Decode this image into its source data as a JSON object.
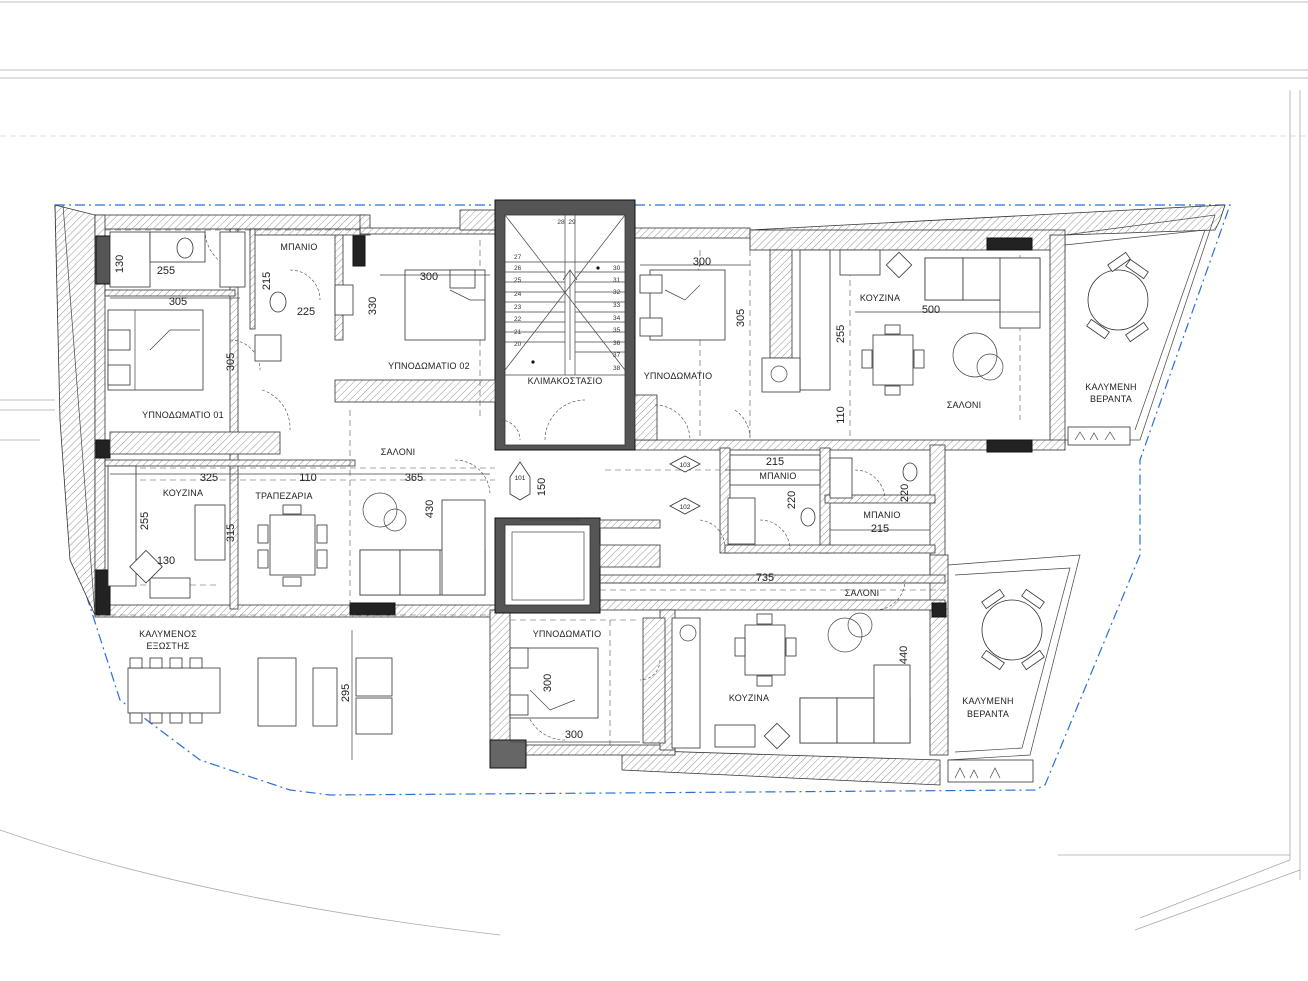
{
  "plan": {
    "rooms": [
      {
        "id": "bath-tl",
        "text": "ΜΠΑΝΙΟ"
      },
      {
        "id": "bed01",
        "text": "ΥΠΝΟΔΩΜΑΤΙΟ 01"
      },
      {
        "id": "bed02",
        "text": "ΥΠΝΟΔΩΜΑΤΙΟ 02"
      },
      {
        "id": "stair",
        "text": "ΚΛΙΜΑΚΟΣΤΑΣΙΟ"
      },
      {
        "id": "bed-tr",
        "text": "ΥΠΝΟΔΩΜΑΤΙΟ"
      },
      {
        "id": "kitchen-tr",
        "text": "ΚΟΥΖΙΝΑ"
      },
      {
        "id": "salon-tr",
        "text": "ΣΑΛΟΝΙ"
      },
      {
        "id": "veranda-tr-1",
        "text": "ΚΑΛΥΜΕΝΗ"
      },
      {
        "id": "veranda-tr-2",
        "text": "ΒΕΡΑΝΤΑ"
      },
      {
        "id": "salon-l",
        "text": "ΣΑΛΟΝΙ"
      },
      {
        "id": "kitchen-l",
        "text": "ΚΟΥΖΙΝΑ"
      },
      {
        "id": "dining-l",
        "text": "ΤΡΑΠΕΖΑΡΙΑ"
      },
      {
        "id": "bath-c",
        "text": "ΜΠΑΝΙΟ"
      },
      {
        "id": "bath-c2",
        "text": "ΜΠΑΝΙΟ"
      },
      {
        "id": "salon-br",
        "text": "ΣΑΛΟΝΙ"
      },
      {
        "id": "bed-b",
        "text": "ΥΠΝΟΔΩΜΑΤΙΟ"
      },
      {
        "id": "kitchen-br",
        "text": "ΚΟΥΖΙΝΑ"
      },
      {
        "id": "veranda-br-1",
        "text": "ΚΑΛΥΜΕΝΗ"
      },
      {
        "id": "veranda-br-2",
        "text": "ΒΕΡΑΝΤΑ"
      },
      {
        "id": "outdoor-1",
        "text": "ΚΑΛΥΜΕΝΟΣ"
      },
      {
        "id": "outdoor-2",
        "text": "ΕΞΩΣΤΗΣ"
      }
    ],
    "dimensions": [
      {
        "id": "d130a",
        "text": "130"
      },
      {
        "id": "d255a",
        "text": "255"
      },
      {
        "id": "d215a",
        "text": "215"
      },
      {
        "id": "d225",
        "text": "225"
      },
      {
        "id": "d330",
        "text": "330"
      },
      {
        "id": "d300a",
        "text": "300"
      },
      {
        "id": "d305a",
        "text": "305"
      },
      {
        "id": "d305b",
        "text": "305"
      },
      {
        "id": "d300b",
        "text": "300"
      },
      {
        "id": "d305c",
        "text": "305"
      },
      {
        "id": "d500",
        "text": "500"
      },
      {
        "id": "d255b",
        "text": "255"
      },
      {
        "id": "d110a",
        "text": "110"
      },
      {
        "id": "d325",
        "text": "325"
      },
      {
        "id": "d110b",
        "text": "110"
      },
      {
        "id": "d365",
        "text": "365"
      },
      {
        "id": "d430",
        "text": "430"
      },
      {
        "id": "d255c",
        "text": "255"
      },
      {
        "id": "d315",
        "text": "315"
      },
      {
        "id": "d130b",
        "text": "130"
      },
      {
        "id": "d150",
        "text": "150"
      },
      {
        "id": "d215b",
        "text": "215"
      },
      {
        "id": "d220a",
        "text": "220"
      },
      {
        "id": "d220b",
        "text": "220"
      },
      {
        "id": "d215c",
        "text": "215"
      },
      {
        "id": "d735",
        "text": "735"
      },
      {
        "id": "d440",
        "text": "440"
      },
      {
        "id": "d300c",
        "text": "300"
      },
      {
        "id": "d300d",
        "text": "300"
      },
      {
        "id": "d295",
        "text": "295"
      }
    ],
    "door_tags": [
      {
        "id": "t101",
        "text": "101"
      },
      {
        "id": "t102",
        "text": "102"
      },
      {
        "id": "t103",
        "text": "103"
      }
    ],
    "stair_numbers": {
      "top": [
        "28",
        "29"
      ],
      "left": [
        "27",
        "26",
        "25",
        "24",
        "23",
        "22",
        "21",
        "20"
      ],
      "right": [
        "30",
        "31",
        "32",
        "33",
        "34",
        "35",
        "36",
        "37",
        "38"
      ]
    }
  }
}
